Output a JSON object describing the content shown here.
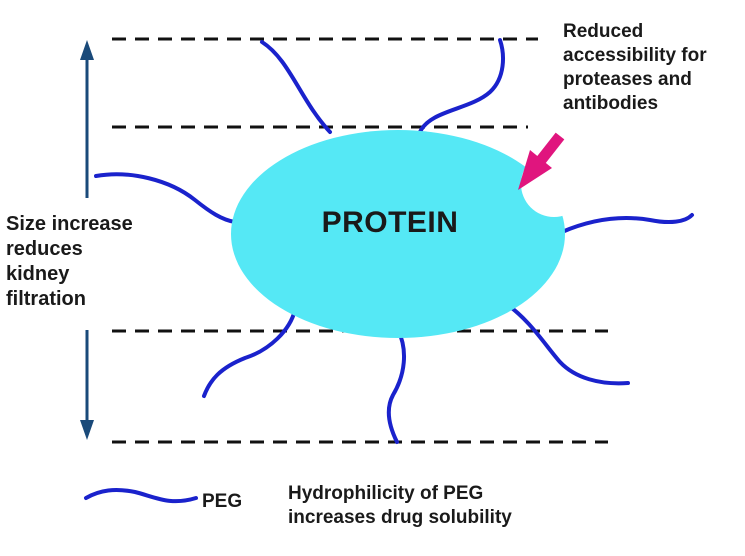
{
  "diagram": {
    "protein_label": "PROTEIN",
    "annotation_top": [
      "Reduced",
      "accessibility for",
      "proteases and",
      "antibodies"
    ],
    "annotation_left": [
      "Size increase",
      "reduces",
      "kidney",
      "filtration"
    ],
    "legend_label": "PEG",
    "annotation_bottom": [
      "Hydrophilicity of PEG",
      "increases drug solubility"
    ],
    "colors": {
      "protein_fill": "#55e8f5",
      "peg_chain": "#1a22cc",
      "arrow_pink": "#e0157e",
      "size_arrow": "#1a4a7a",
      "dashes": "#111111",
      "text": "#1a1a1a"
    }
  }
}
